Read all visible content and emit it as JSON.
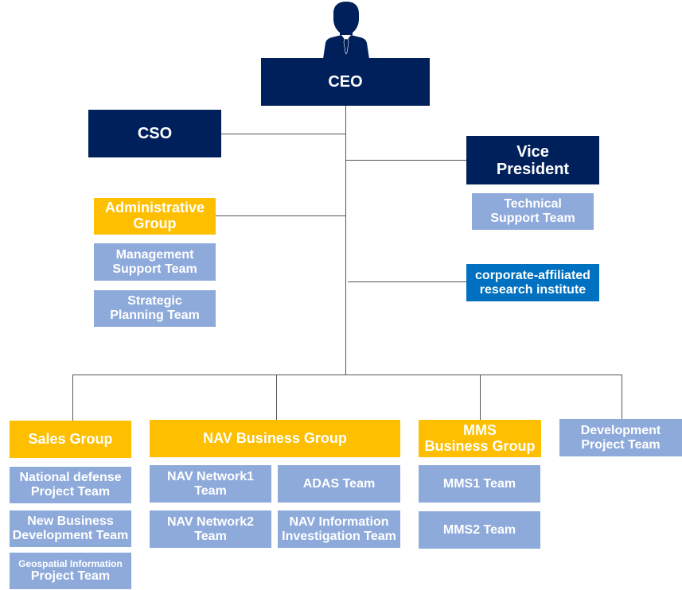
{
  "colors": {
    "executive": "#00205b",
    "group": "#fdbf00",
    "team": "#8eaadb",
    "institute": "#0070c0",
    "connector": "#555555"
  },
  "ceo": {
    "icon": "person-icon",
    "label": "CEO"
  },
  "cso": {
    "label": "CSO"
  },
  "vice_president": {
    "label": "Vice\nPresident",
    "teams": [
      "Technical\nSupport Team"
    ]
  },
  "administrative_group": {
    "label": "Administrative\nGroup",
    "teams": [
      "Management\nSupport Team",
      "Strategic\nPlanning Team"
    ]
  },
  "research_institute": {
    "label": "corporate-affiliated\nresearch institute"
  },
  "sales_group": {
    "label": "Sales Group",
    "teams": [
      "National defense\nProject Team",
      "New Business\nDevelopment Team",
      "Geospatial Information",
      "Project Team"
    ]
  },
  "nav_business_group": {
    "label": "NAV Business Group",
    "teams": [
      "NAV Network1\nTeam",
      "ADAS Team",
      "NAV Network2\nTeam",
      "NAV Information\nInvestigation Team"
    ]
  },
  "mms_business_group": {
    "label": "MMS\nBusiness Group",
    "teams": [
      "MMS1 Team",
      "MMS2 Team"
    ]
  },
  "development_project_team": {
    "label": "Development\nProject Team"
  }
}
